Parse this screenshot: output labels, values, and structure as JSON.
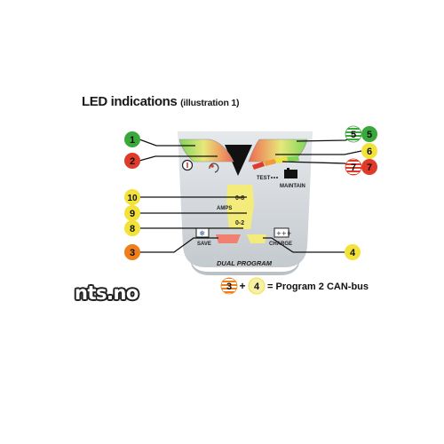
{
  "title": {
    "main": "LED indications",
    "sub": "(illustration 1)"
  },
  "panel": {
    "amps_label": "AMPS",
    "save_label": "SAVE",
    "charge_label": "CHARGE",
    "test_label": "TEST",
    "maintain_label": "MAINTAIN",
    "program_label": "DUAL PROGRAM",
    "scale_high": "0-8",
    "scale_low": "0-2"
  },
  "callouts": [
    {
      "number": "1",
      "color": "#3aa83a"
    },
    {
      "number": "2",
      "color": "#e03a2a"
    },
    {
      "number": "5",
      "color": "#3aa83a"
    },
    {
      "number": "6",
      "color": "#f2e23a"
    },
    {
      "number": "7",
      "color": "#e03a2a"
    },
    {
      "number": "10",
      "color": "#f2e23a"
    },
    {
      "number": "9",
      "color": "#f2e23a"
    },
    {
      "number": "8",
      "color": "#f2e23a"
    },
    {
      "number": "3",
      "color": "#ef7f1a"
    },
    {
      "number": "4",
      "color": "#f2e23a"
    }
  ],
  "legend": {
    "a": "3",
    "plus": "+",
    "b": "4",
    "text": "= Program 2 CAN-bus",
    "blink_5": "5",
    "blink_7": "7"
  },
  "logo": "nts.no"
}
